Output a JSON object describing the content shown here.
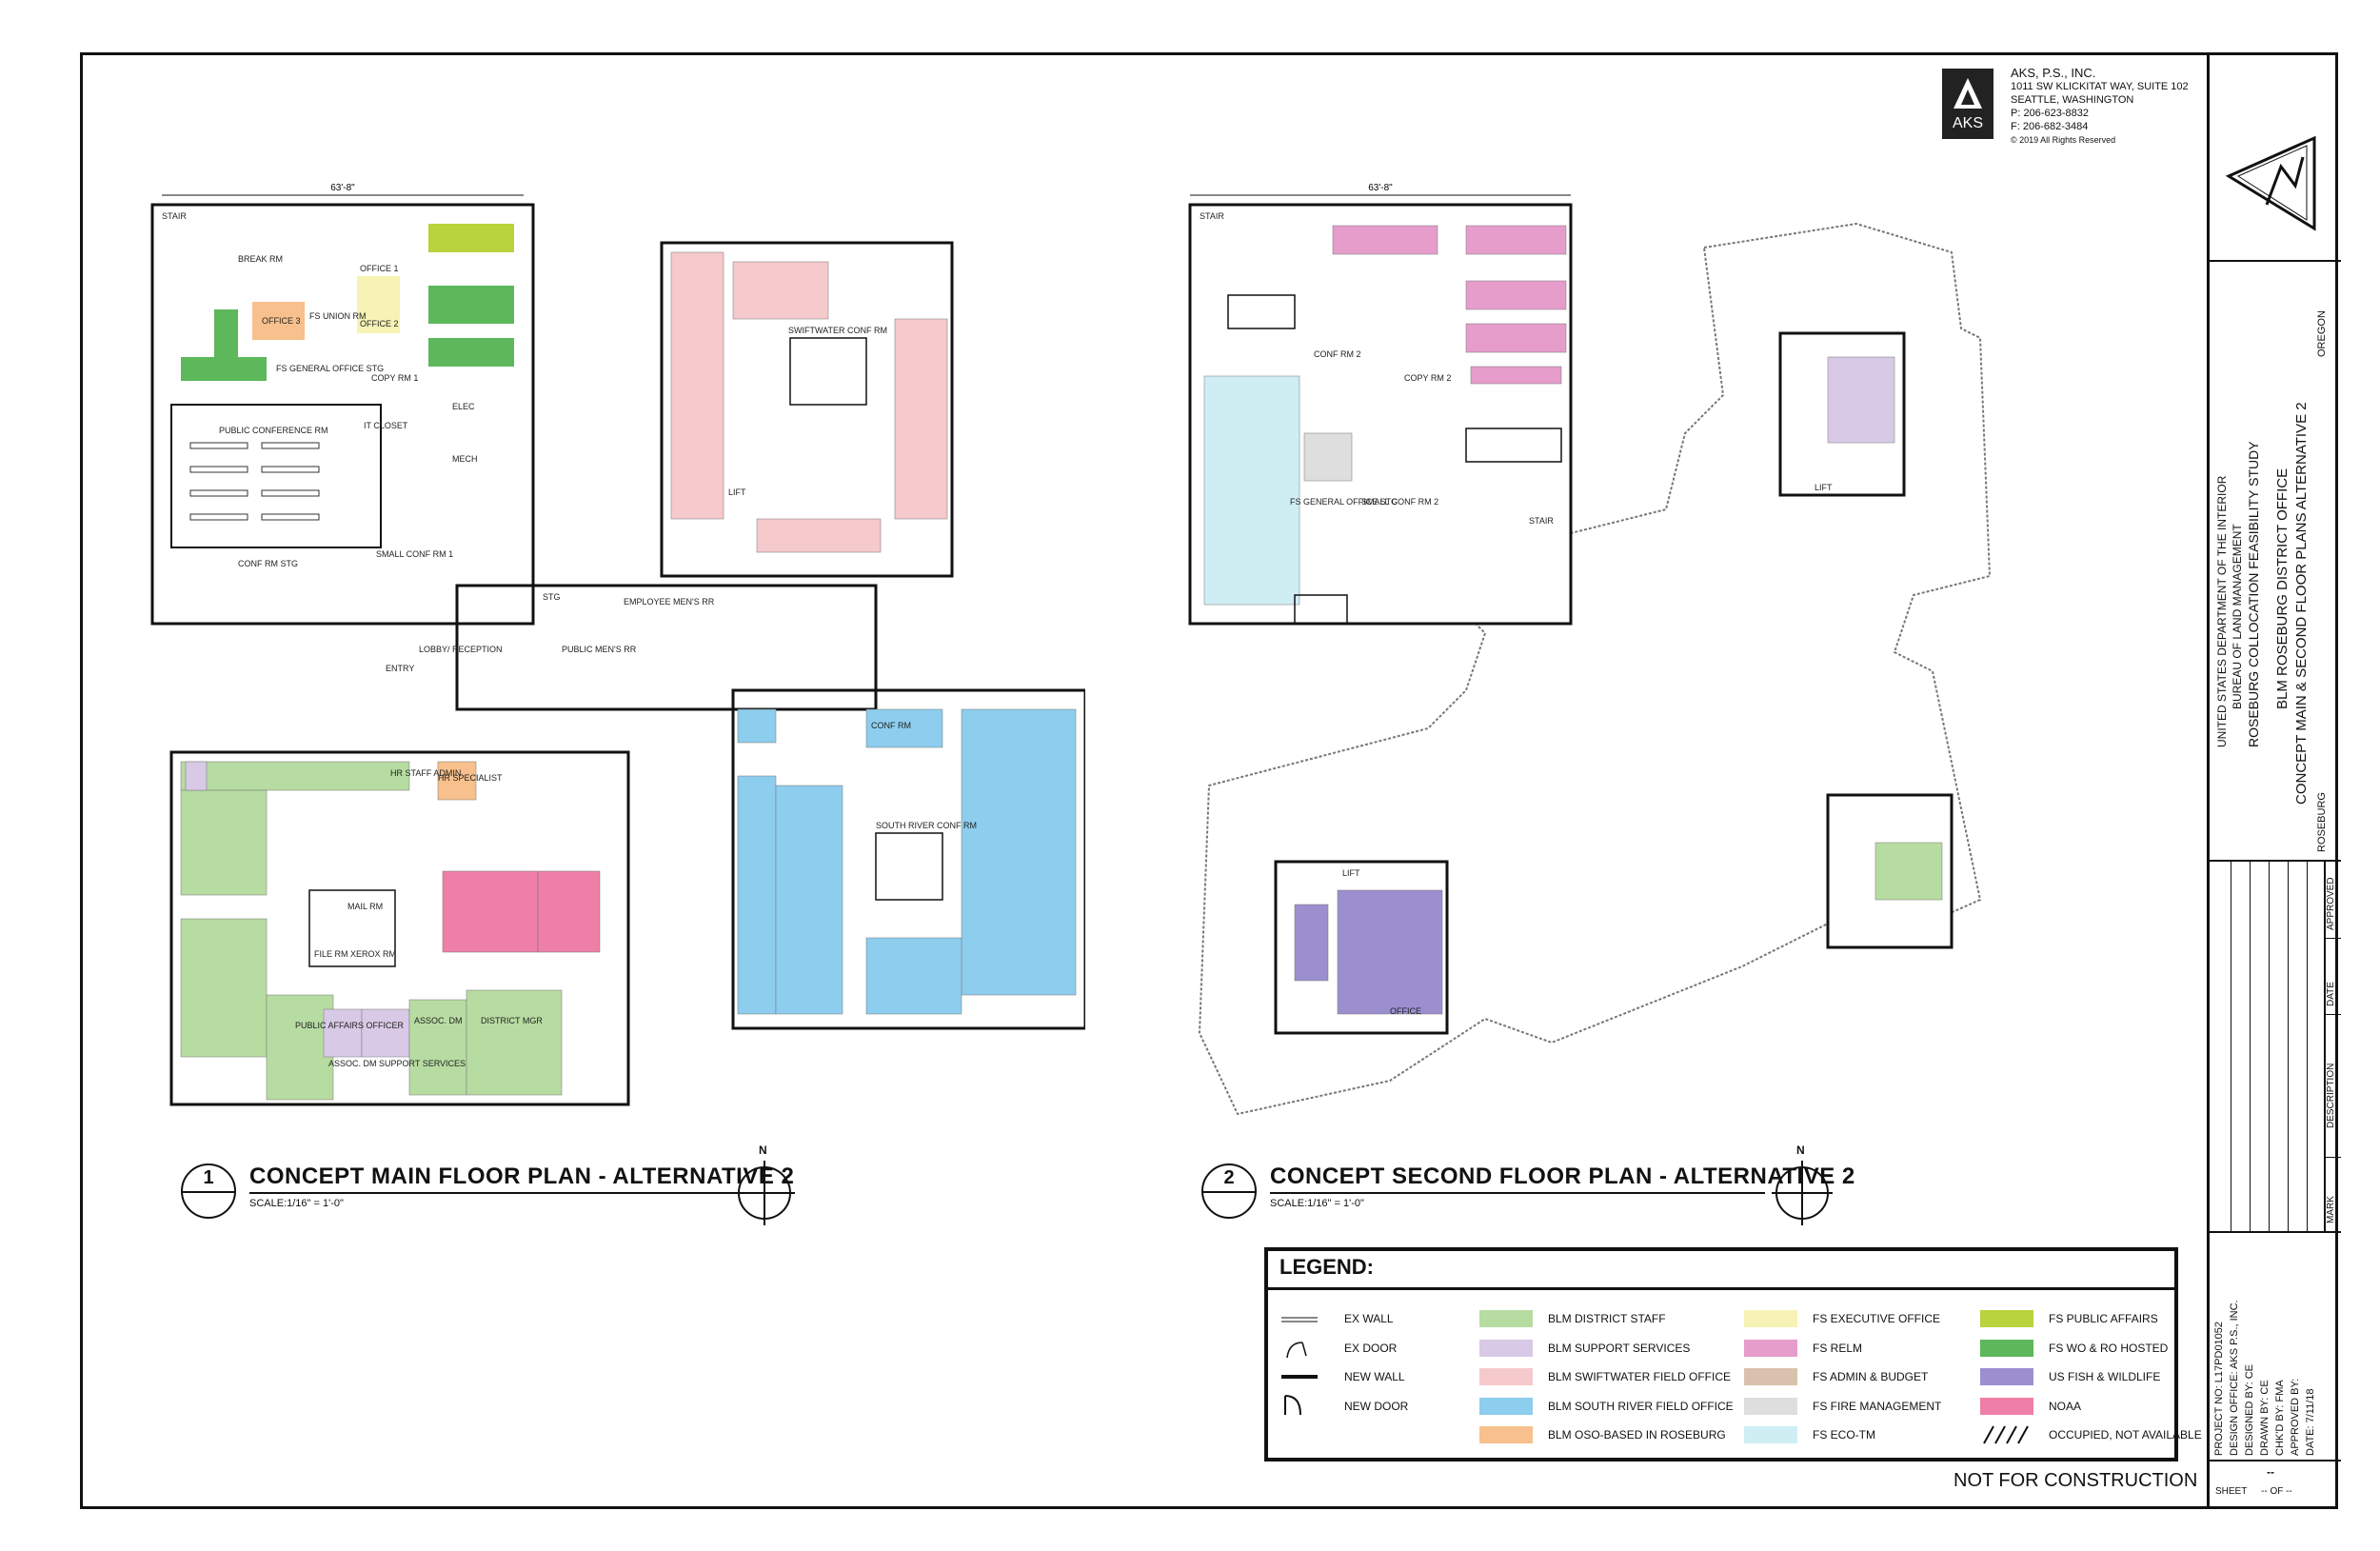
{
  "firm": {
    "name": "AKS, P.S., INC.",
    "address1": "1011 SW KLICKITAT WAY, SUITE 102",
    "address2": "SEATTLE, WASHINGTON",
    "phone": "P: 206-623-8832",
    "fax": "F: 206-682-3484",
    "copyright": "© 2019 All Rights Reserved",
    "logo_text": "AKS"
  },
  "title_block": {
    "agency1": "UNITED STATES DEPARTMENT OF THE INTERIOR",
    "agency2": "BUREAU OF LAND MANAGEMENT",
    "study": "ROSEBURG COLLOCATION FEASIBILITY STUDY",
    "office": "BLM ROSEBURG DISTRICT OFFICE",
    "sheet_title": "CONCEPT MAIN & SECOND FLOOR PLANS ALTERNATIVE 2",
    "state": "OREGON",
    "city": "ROSEBURG",
    "rev_headers": [
      "MARK",
      "DESCRIPTION",
      "DATE",
      "APPROVED"
    ],
    "project_no": "PROJECT NO: L17PD01052",
    "design_office": "DESIGN OFFICE: AKS P.S., INC.",
    "designed_by": "DESIGNED BY: CE",
    "drawn_by": "DRAWN BY: CE",
    "checked_by": "CHK'D BY: FMA",
    "approved_by": "APPROVED BY:",
    "date": "DATE: 7/11/18",
    "sheet_no": "--",
    "sheet_label": "SHEET",
    "sheet_of": "-- OF --"
  },
  "plans": [
    {
      "number": "1",
      "title": "CONCEPT MAIN FLOOR PLAN - ALTERNATIVE 2",
      "scale": "SCALE:1/16\" = 1'-0\"",
      "dimension": "63'-8\"",
      "north": "N"
    },
    {
      "number": "2",
      "title": "CONCEPT SECOND FLOOR PLAN - ALTERNATIVE 2",
      "scale": "SCALE:1/16\" = 1'-0\"",
      "dimension": "63'-8\"",
      "north": "N"
    }
  ],
  "room_labels": {
    "stair": "STAIR",
    "break": "BREAK RM",
    "office1": "OFFICE 1",
    "office2": "OFFICE 2",
    "office3": "OFFICE 3",
    "fs_union": "FS UNION RM",
    "fs_gen": "FS GENERAL OFFICE STG",
    "copy1": "COPY RM 1",
    "it": "IT CLOSET",
    "public_conf": "PUBLIC CONFERENCE RM",
    "conf_stg": "CONF RM STG",
    "small_conf": "SMALL CONF RM 1",
    "elec": "ELEC",
    "mech": "MECH",
    "stg": "STG",
    "lobby": "LOBBY/ RECEPTION",
    "entry": "ENTRY",
    "public_mens": "PUBLIC MEN'S RR",
    "employee_mens": "EMPLOYEE MEN'S RR",
    "swiftwater": "SWIFTWATER CONF RM",
    "lift": "LIFT",
    "conf_rm": "CONF RM",
    "hr_staff": "HR STAFF ADMIN",
    "hr_spec": "HR SPECIALIST",
    "mail": "MAIL RM",
    "file": "FILE RM XEROX RM",
    "south_river": "SOUTH RIVER CONF RM",
    "assoc_dm": "ASSOC. DM",
    "district_mgr": "DISTRICT MGR",
    "public_affairs": "PUBLIC AFFAIRS OFFICER",
    "assoc_dm_support": "ASSOC. DM SUPPORT SERVICES",
    "conf2": "CONF RM 2",
    "copy2": "COPY RM 2",
    "fs_gen2": "FS GENERAL OFFICE STG",
    "small_conf2": "SMALL CONF RM 2",
    "office": "OFFICE"
  },
  "legend": {
    "title": "LEGEND:",
    "wall_keys": [
      {
        "label": "EX WALL"
      },
      {
        "label": "EX DOOR"
      },
      {
        "label": "NEW WALL"
      },
      {
        "label": "NEW DOOR"
      }
    ],
    "items": [
      {
        "label": "BLM DISTRICT STAFF",
        "color": "#b7dca2"
      },
      {
        "label": "BLM SUPPORT SERVICES",
        "color": "#d8c9e6"
      },
      {
        "label": "BLM SWIFTWATER FIELD OFFICE",
        "color": "#f6c9cc"
      },
      {
        "label": "BLM SOUTH RIVER FIELD OFFICE",
        "color": "#8dcdee"
      },
      {
        "label": "BLM OSO-BASED IN ROSEBURG",
        "color": "#f7c08c"
      },
      {
        "label": "FS EXECUTIVE OFFICE",
        "color": "#f7f3b4"
      },
      {
        "label": "FS RELM",
        "color": "#e69dcb"
      },
      {
        "label": "FS ADMIN & BUDGET",
        "color": "#d9c2ad"
      },
      {
        "label": "FS FIRE MANAGEMENT",
        "color": "#dedede"
      },
      {
        "label": "FS ECO-TM",
        "color": "#cfeef4"
      },
      {
        "label": "FS PUBLIC AFFAIRS",
        "color": "#b8d33c"
      },
      {
        "label": "FS WO & RO HOSTED",
        "color": "#5cb85a"
      },
      {
        "label": "US FISH & WILDLIFE",
        "color": "#9b8fd0"
      },
      {
        "label": "NOAA",
        "color": "#ef7fa6"
      },
      {
        "label": "OCCUPIED, NOT AVAILABLE",
        "color": ""
      }
    ]
  },
  "not_for_construction": "NOT FOR CONSTRUCTION"
}
